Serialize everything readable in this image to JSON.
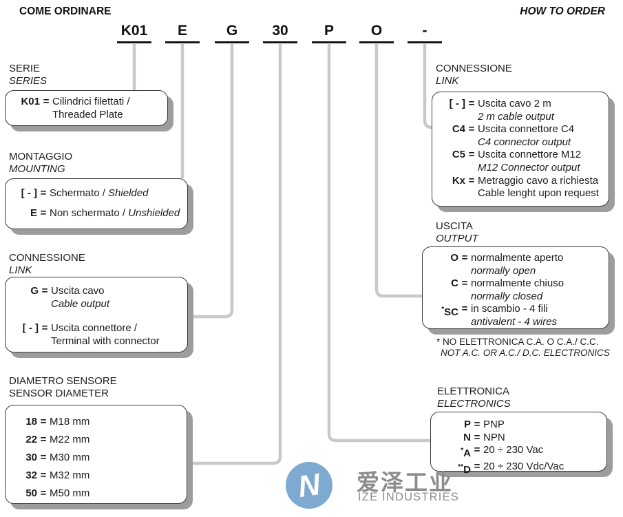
{
  "header": {
    "title_it": "COME ORDINARE",
    "title_en": "HOW TO ORDER"
  },
  "eq_sign": "=",
  "code": {
    "parts": [
      {
        "label": "K01"
      },
      {
        "label": "E"
      },
      {
        "label": "G"
      },
      {
        "label": "30"
      },
      {
        "label": "P"
      },
      {
        "label": "O"
      },
      {
        "label": "-"
      }
    ]
  },
  "sections": {
    "serie": {
      "heading_it": "SERIE",
      "heading_en": "SERIES",
      "rows": [
        {
          "code": "K01",
          "text": "Cilindrici filettati /",
          "line2": "Threaded Plate",
          "line2_italic": false
        }
      ]
    },
    "montaggio": {
      "heading_it": "MONTAGGIO",
      "heading_en": "MOUNTING",
      "rows": [
        {
          "code": "[ - ]",
          "text": "Schermato / ",
          "text_italic": "Shielded"
        },
        {
          "code": "E",
          "text": "Non schermato / ",
          "text_italic": "Unshielded",
          "gap2": true
        }
      ]
    },
    "conn_left": {
      "heading_it": "CONNESSIONE",
      "heading_en": "LINK",
      "rows": [
        {
          "code": "G",
          "text": "Uscita cavo",
          "line2": "Cable output",
          "line2_italic": true
        },
        {
          "code": "[ - ]",
          "text": "Uscita connettore /",
          "line2": "Terminal with connector",
          "line2_italic": false,
          "gap": true
        }
      ]
    },
    "diametro": {
      "heading_it": "DIAMETRO SENSORE",
      "heading_en": "SENSOR DIAMETER",
      "rows": [
        {
          "code": "18",
          "text": "M18 mm"
        },
        {
          "code": "22",
          "text": "M22 mm"
        },
        {
          "code": "30",
          "text": "M30 mm"
        },
        {
          "code": "32",
          "text": "M32 mm"
        },
        {
          "code": "50",
          "text": "M50 mm"
        }
      ]
    },
    "conn_right": {
      "heading_it": "CONNESSIONE",
      "heading_en": "LINK",
      "rows": [
        {
          "code": "[ - ]",
          "text": "Uscita cavo 2 m",
          "line2": "2 m cable output",
          "line2_italic": true
        },
        {
          "code": "C4",
          "text": "Uscita connettore C4",
          "line2": "C4 connector output",
          "line2_italic": true
        },
        {
          "code": "C5",
          "text": "Uscita connettore M12",
          "line2": "M12 Connector output",
          "line2_italic": true
        },
        {
          "code": "Kx",
          "text": "Metraggio cavo a richiesta",
          "line2": "Cable lenght upon request",
          "line2_italic": false
        }
      ]
    },
    "uscita": {
      "heading_it": "USCITA",
      "heading_en": "OUTPUT",
      "rows": [
        {
          "code": "O",
          "text": "normalmente aperto",
          "line2": "normally open",
          "line2_italic": true
        },
        {
          "code": "C",
          "text": "normalmente chiuso",
          "line2": "normally closed",
          "line2_italic": true
        },
        {
          "sup": "*",
          "code": "SC",
          "text": "in scambio - 4 fili",
          "line2": "antivalent - 4 wires",
          "line2_italic": true
        }
      ]
    },
    "elettronica": {
      "heading_it": "ELETTRONICA",
      "heading_en": "ELECTRONICS",
      "rows": [
        {
          "code": "P",
          "text": "PNP"
        },
        {
          "code": "N",
          "text": "NPN"
        },
        {
          "sup": "*",
          "code": "A",
          "text": "20 ÷ 230 Vac"
        },
        {
          "sup": "**",
          "code": "D",
          "text": "20 ÷ 230 Vdc/Vac"
        }
      ]
    }
  },
  "footnote": {
    "line1": "* NO ELETTRONICA C.A. O C.A./ C.C.",
    "line2": "NOT A.C. OR A.C./ D.C. ELECTRONICS"
  },
  "logo": {
    "mark": "N",
    "cn": "爱泽工业",
    "en": "IZE INDUSTRIES"
  },
  "colors": {
    "connector_gray": "#c9c9c9",
    "box_border": "#3a3a3a",
    "box_shadow": "#9d9d9d",
    "logo_blue": "#7ea9d0",
    "logo_text_gray": "#8c8c8c"
  }
}
